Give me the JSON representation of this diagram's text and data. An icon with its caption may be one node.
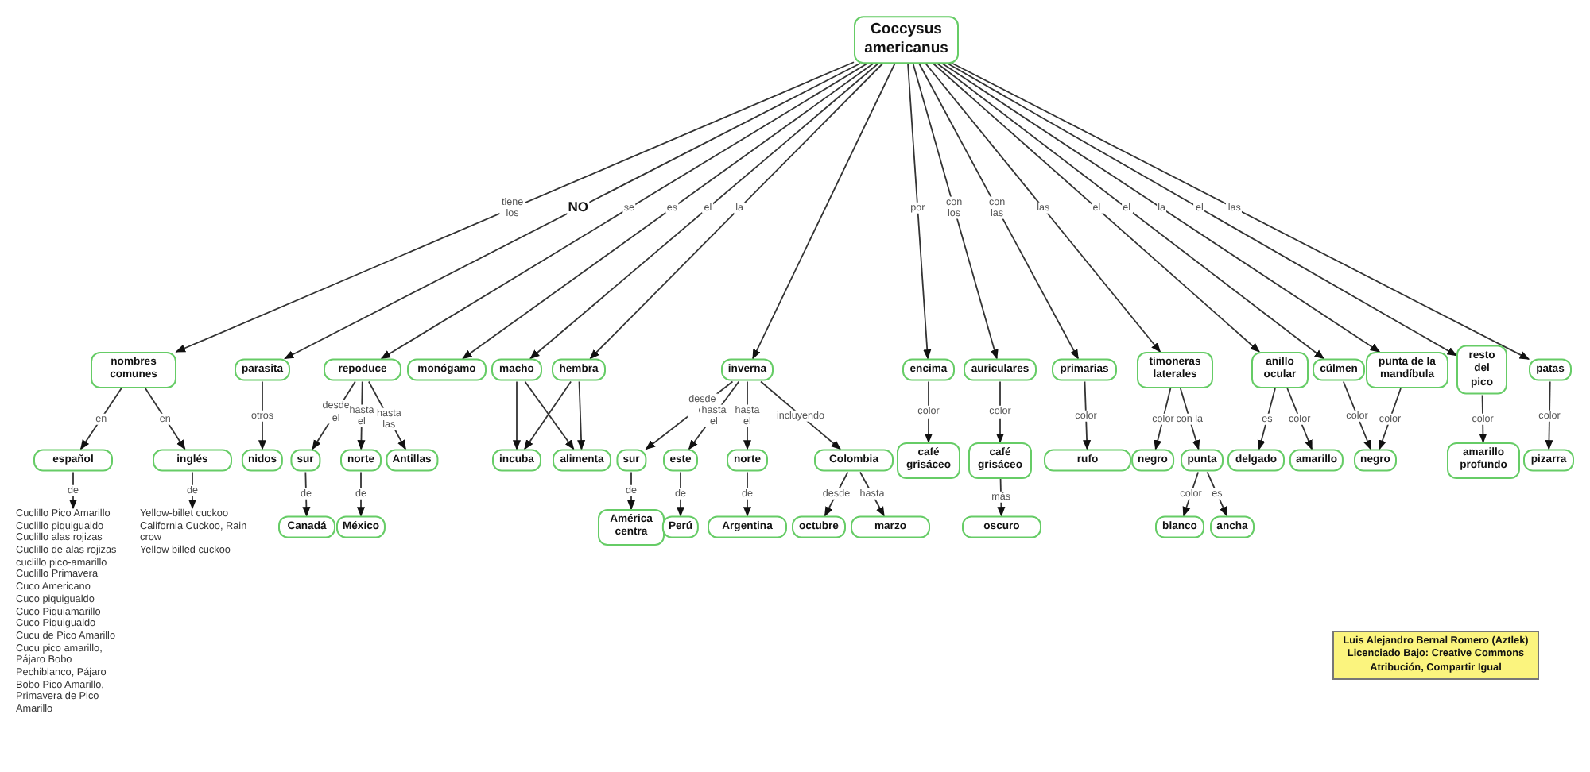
{
  "diagram": {
    "nodes": [
      {
        "text": [
          "Coccysus americanus"
        ]
      },
      {
        "text": [
          "nombres comunes"
        ]
      },
      {
        "text": [
          "parasita"
        ]
      },
      {
        "text": [
          "repoduce"
        ]
      },
      {
        "text": [
          "monógamo"
        ]
      },
      {
        "text": [
          "macho"
        ]
      },
      {
        "text": [
          "hembra"
        ]
      },
      {
        "text": [
          "inverna"
        ]
      },
      {
        "text": [
          "encima"
        ]
      },
      {
        "text": [
          "auriculares"
        ]
      },
      {
        "text": [
          "primarias"
        ]
      },
      {
        "text": [
          "timoneras laterales"
        ]
      },
      {
        "text": [
          "anillo ocular"
        ]
      },
      {
        "text": [
          "cúlmen"
        ]
      },
      {
        "text": [
          "punta de la mandíbula"
        ]
      },
      {
        "text": [
          "resto del pico"
        ]
      },
      {
        "text": [
          "patas"
        ]
      },
      {
        "text": [
          "español"
        ]
      },
      {
        "text": [
          "inglés"
        ]
      },
      {
        "text": [
          "nidos"
        ]
      },
      {
        "text": [
          "sur"
        ]
      },
      {
        "text": [
          "norte"
        ]
      },
      {
        "text": [
          "Antillas"
        ]
      },
      {
        "text": [
          "incuba"
        ]
      },
      {
        "text": [
          "alimenta"
        ]
      },
      {
        "text": [
          "sur"
        ]
      },
      {
        "text": [
          "este"
        ]
      },
      {
        "text": [
          "norte"
        ]
      },
      {
        "text": [
          "Colombia"
        ]
      },
      {
        "text": [
          "café grisáceo"
        ]
      },
      {
        "text": [
          "café grisáceo"
        ]
      },
      {
        "text": [
          "rufo"
        ]
      },
      {
        "text": [
          "negro"
        ]
      },
      {
        "text": [
          "punta"
        ]
      },
      {
        "text": [
          "delgado"
        ]
      },
      {
        "text": [
          "amarillo"
        ]
      },
      {
        "text": [
          "negro"
        ]
      },
      {
        "text": [
          "amarillo profundo"
        ]
      },
      {
        "text": [
          "pizarra"
        ]
      },
      {
        "text": [
          "Cuclillo Pico Amarillo",
          "Cuclillo piquigualdo",
          "Cuclillo alas rojizas",
          "Cuclillo de alas rojizas",
          "cuclillo pico-amarillo",
          "Cuclillo Primavera",
          "Cuco Americano",
          "Cuco piquigualdo",
          "Cuco Piquiamarillo",
          "Cuco Piquigualdo",
          "Cucu de Pico Amarillo",
          "Cucu pico amarillo, Pájaro Bobo Pechiblanco, Pájaro Bobo Pico Amarillo, Primavera de Pico Amarillo"
        ]
      },
      {
        "text": [
          "Yellow-billet cuckoo",
          "California Cuckoo, Rain crow",
          "Yellow billed cuckoo"
        ]
      },
      {
        "text": [
          "Canadá"
        ]
      },
      {
        "text": [
          "México"
        ]
      },
      {
        "text": [
          "América centra"
        ]
      },
      {
        "text": [
          "Perú"
        ]
      },
      {
        "text": [
          "Argentina"
        ]
      },
      {
        "text": [
          "octubre"
        ]
      },
      {
        "text": [
          "marzo"
        ]
      },
      {
        "text": [
          "oscuro"
        ]
      },
      {
        "text": [
          "blanco"
        ]
      },
      {
        "text": [
          "ancha"
        ]
      },
      {
        "text": [
          "Luis Alejandro Bernal Romero (Aztlek) Licenciado Bajo: Creative Commons Atribución, Compartir Igual"
        ]
      }
    ],
    "edges": [
      {
        "from": 0,
        "to": 1,
        "arrow": "to",
        "label": "tiene los"
      },
      {
        "from": 0,
        "to": 2,
        "arrow": "to",
        "label": "NO"
      },
      {
        "from": 0,
        "to": 3,
        "arrow": "to",
        "label": "se"
      },
      {
        "from": 0,
        "to": 4,
        "arrow": "to",
        "label": "es"
      },
      {
        "from": 0,
        "to": 5,
        "arrow": "to",
        "label": "el"
      },
      {
        "from": 0,
        "to": 6,
        "arrow": "to",
        "label": "la"
      },
      {
        "from": 0,
        "to": 7,
        "arrow": "to"
      },
      {
        "from": 0,
        "to": 8,
        "arrow": "to",
        "label": "por"
      },
      {
        "from": 0,
        "to": 9,
        "arrow": "to",
        "label": "con los"
      },
      {
        "from": 0,
        "to": 10,
        "arrow": "to",
        "label": "con las"
      },
      {
        "from": 0,
        "to": 11,
        "arrow": "to",
        "label": "las"
      },
      {
        "from": 0,
        "to": 12,
        "arrow": "to",
        "label": "el"
      },
      {
        "from": 0,
        "to": 13,
        "arrow": "to",
        "label": "el"
      },
      {
        "from": 0,
        "to": 14,
        "arrow": "to",
        "label": "la"
      },
      {
        "from": 0,
        "to": 15,
        "arrow": "to",
        "label": "el"
      },
      {
        "from": 0,
        "to": 16,
        "arrow": "to",
        "label": "las"
      },
      {
        "from": 1,
        "to": 17,
        "arrow": "to",
        "label": "en"
      },
      {
        "from": 1,
        "to": 18,
        "arrow": "to",
        "label": "en"
      },
      {
        "from": 17,
        "to": 39,
        "arrow": "to",
        "label": "de"
      },
      {
        "from": 18,
        "to": 40,
        "arrow": "to",
        "label": "de"
      },
      {
        "from": 2,
        "to": 19,
        "arrow": "to",
        "label": "otros"
      },
      {
        "from": 3,
        "to": 20,
        "arrow": "to",
        "label": "desde el"
      },
      {
        "from": 3,
        "to": 21,
        "arrow": "to",
        "label": "hasta el"
      },
      {
        "from": 3,
        "to": 22,
        "arrow": "to",
        "label": "hasta las"
      },
      {
        "from": 20,
        "to": 41,
        "arrow": "to",
        "label": "de"
      },
      {
        "from": 21,
        "to": 42,
        "arrow": "to",
        "label": "de"
      },
      {
        "from": 5,
        "to": 23,
        "arrow": "to"
      },
      {
        "from": 5,
        "to": 24,
        "arrow": "to"
      },
      {
        "from": 6,
        "to": 23,
        "arrow": "to"
      },
      {
        "from": 6,
        "to": 24,
        "arrow": "to"
      },
      {
        "from": 7,
        "to": 25,
        "arrow": "to",
        "label": "desde el"
      },
      {
        "from": 7,
        "to": 26,
        "arrow": "to",
        "label": "hasta el"
      },
      {
        "from": 7,
        "to": 27,
        "arrow": "to",
        "label": "hasta el"
      },
      {
        "from": 7,
        "to": 28,
        "arrow": "to",
        "label": "incluyendo"
      },
      {
        "from": 25,
        "to": 43,
        "arrow": "to",
        "label": "de"
      },
      {
        "from": 26,
        "to": 44,
        "arrow": "to",
        "label": "de"
      },
      {
        "from": 27,
        "to": 45,
        "arrow": "to",
        "label": "de"
      },
      {
        "from": 28,
        "to": 46,
        "arrow": "to",
        "label": "desde"
      },
      {
        "from": 28,
        "to": 47,
        "arrow": "to",
        "label": "hasta"
      },
      {
        "from": 8,
        "to": 29,
        "arrow": "to",
        "label": "color"
      },
      {
        "from": 9,
        "to": 30,
        "arrow": "to",
        "label": "color"
      },
      {
        "from": 30,
        "to": 48,
        "arrow": "to",
        "label": "más"
      },
      {
        "from": 10,
        "to": 31,
        "arrow": "to",
        "label": "color"
      },
      {
        "from": 11,
        "to": 32,
        "arrow": "to",
        "label": "color"
      },
      {
        "from": 11,
        "to": 33,
        "arrow": "to",
        "label": "con la"
      },
      {
        "from": 33,
        "to": 49,
        "arrow": "to",
        "label": "color"
      },
      {
        "from": 33,
        "to": 50,
        "arrow": "to",
        "label": "es"
      },
      {
        "from": 12,
        "to": 34,
        "arrow": "to",
        "label": "es"
      },
      {
        "from": 12,
        "to": 35,
        "arrow": "to",
        "label": "color"
      },
      {
        "from": 13,
        "to": 36,
        "arrow": "to",
        "label": "color"
      },
      {
        "from": 14,
        "to": 36,
        "arrow": "to",
        "label": "color"
      },
      {
        "from": 15,
        "to": 37,
        "arrow": "to",
        "label": "color"
      },
      {
        "from": 16,
        "to": 38,
        "arrow": "to",
        "label": "color"
      }
    ]
  }
}
